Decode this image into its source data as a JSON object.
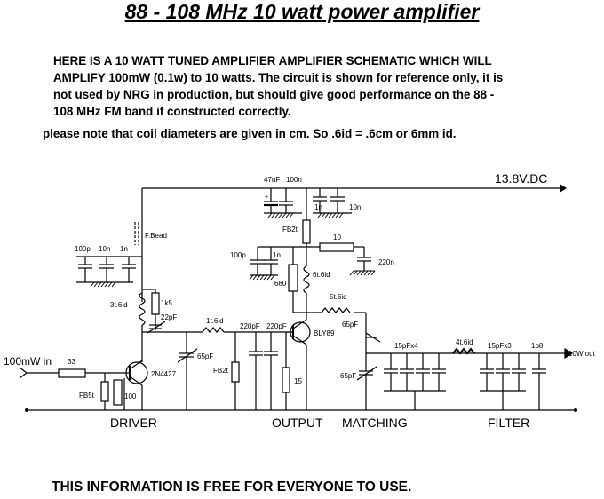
{
  "title": "88 - 108 MHz 10 watt power amplifier",
  "intro": {
    "line1": "HERE IS A 10 WATT TUNED AMPLIFIER AMPLIFIER SCHEMATIC WHICH WILL",
    "line2": "AMPLIFY 100mW (0.1w) to 10 watts. The circuit is shown for reference only, it is",
    "line3": "not used by NRG in production, but should give good performance on the 88 -",
    "line4": "108 MHz FM band if constructed correctly."
  },
  "note": "please note that coil diameters are given in cm. So .6id = .6cm or 6mm id.",
  "footer": "THIS INFORMATION IS FREE FOR EVERYONE TO USE.",
  "schematic": {
    "supply": "13.8V.DC",
    "input": "100mW in",
    "output": "10W out",
    "sections": {
      "driver": "DRIVER",
      "output": "OUTPUT",
      "matching": "MATCHING",
      "filter": "FILTER"
    },
    "components": {
      "c_47uf": "47uF",
      "c_100n_a": "100n",
      "c_1n_a": "1n",
      "c_10n_a": "10n",
      "fb2t_top": "FB2t",
      "r_10": "10",
      "c_100p_b": "100p",
      "c_1n_b": "1n",
      "c_220n": "220n",
      "r_680": "680",
      "l_6t6": "6t.6id",
      "l_5t6": "5t.6id",
      "ferrite_bead": "F.Bead",
      "c_100p_a": "100p",
      "c_10n_b": "10n",
      "c_1n_c": "1n",
      "l_3t6": "3t.6id",
      "r_1k5": "1k5",
      "c_22pf": "22pF",
      "l_1t6": "1t.6id",
      "c_220pf_1": "220pF",
      "c_220pf_2": "220pF",
      "q2": "BLY89",
      "c_65pf_a": "65pF",
      "c_65pf_b": "65pF",
      "c_65pf_c": "65pF",
      "c_15pfx4": "15pFx4",
      "l_4t6": "4t.6id",
      "c_15pfx3": "15pFx3",
      "c_1p8": "1p8",
      "r_33": "33",
      "q1": "2N4427",
      "fb5t": "FB5t",
      "r_100": "100",
      "fb2t_mid": "FB2t",
      "r_15": "15"
    }
  }
}
